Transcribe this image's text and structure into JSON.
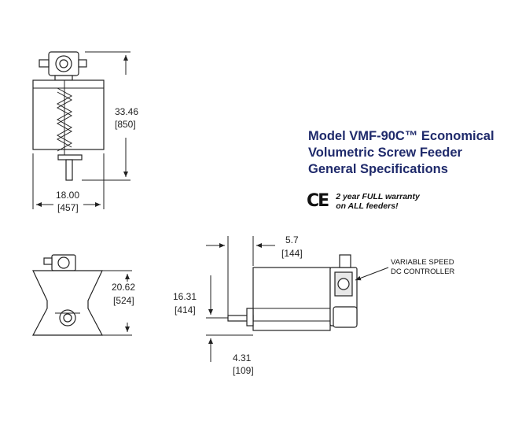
{
  "title": {
    "line1": "Model VMF-90C™ Economical",
    "line2": "Volumetric Screw Feeder",
    "line3": "General Specifications"
  },
  "warranty": {
    "mark": "CE",
    "line1": "2 year FULL warranty",
    "line2": "on ALL feeders!"
  },
  "controller_label": {
    "line1": "VARIABLE SPEED",
    "line2": "DC CONTROLLER"
  },
  "dimensions": {
    "front_height": {
      "inches": "33.46",
      "mm": "[850]"
    },
    "front_width": {
      "inches": "18.00",
      "mm": "[457]"
    },
    "side_height": {
      "inches": "20.62",
      "mm": "[524]"
    },
    "discharge_height": {
      "inches": "16.31",
      "mm": "[414]"
    },
    "discharge_offset": {
      "inches": "5.7",
      "mm": "[144]"
    },
    "bottom_offset": {
      "inches": "4.31",
      "mm": "[109]"
    }
  },
  "colors": {
    "title": "#1f2a6b",
    "lines": "#222222"
  }
}
